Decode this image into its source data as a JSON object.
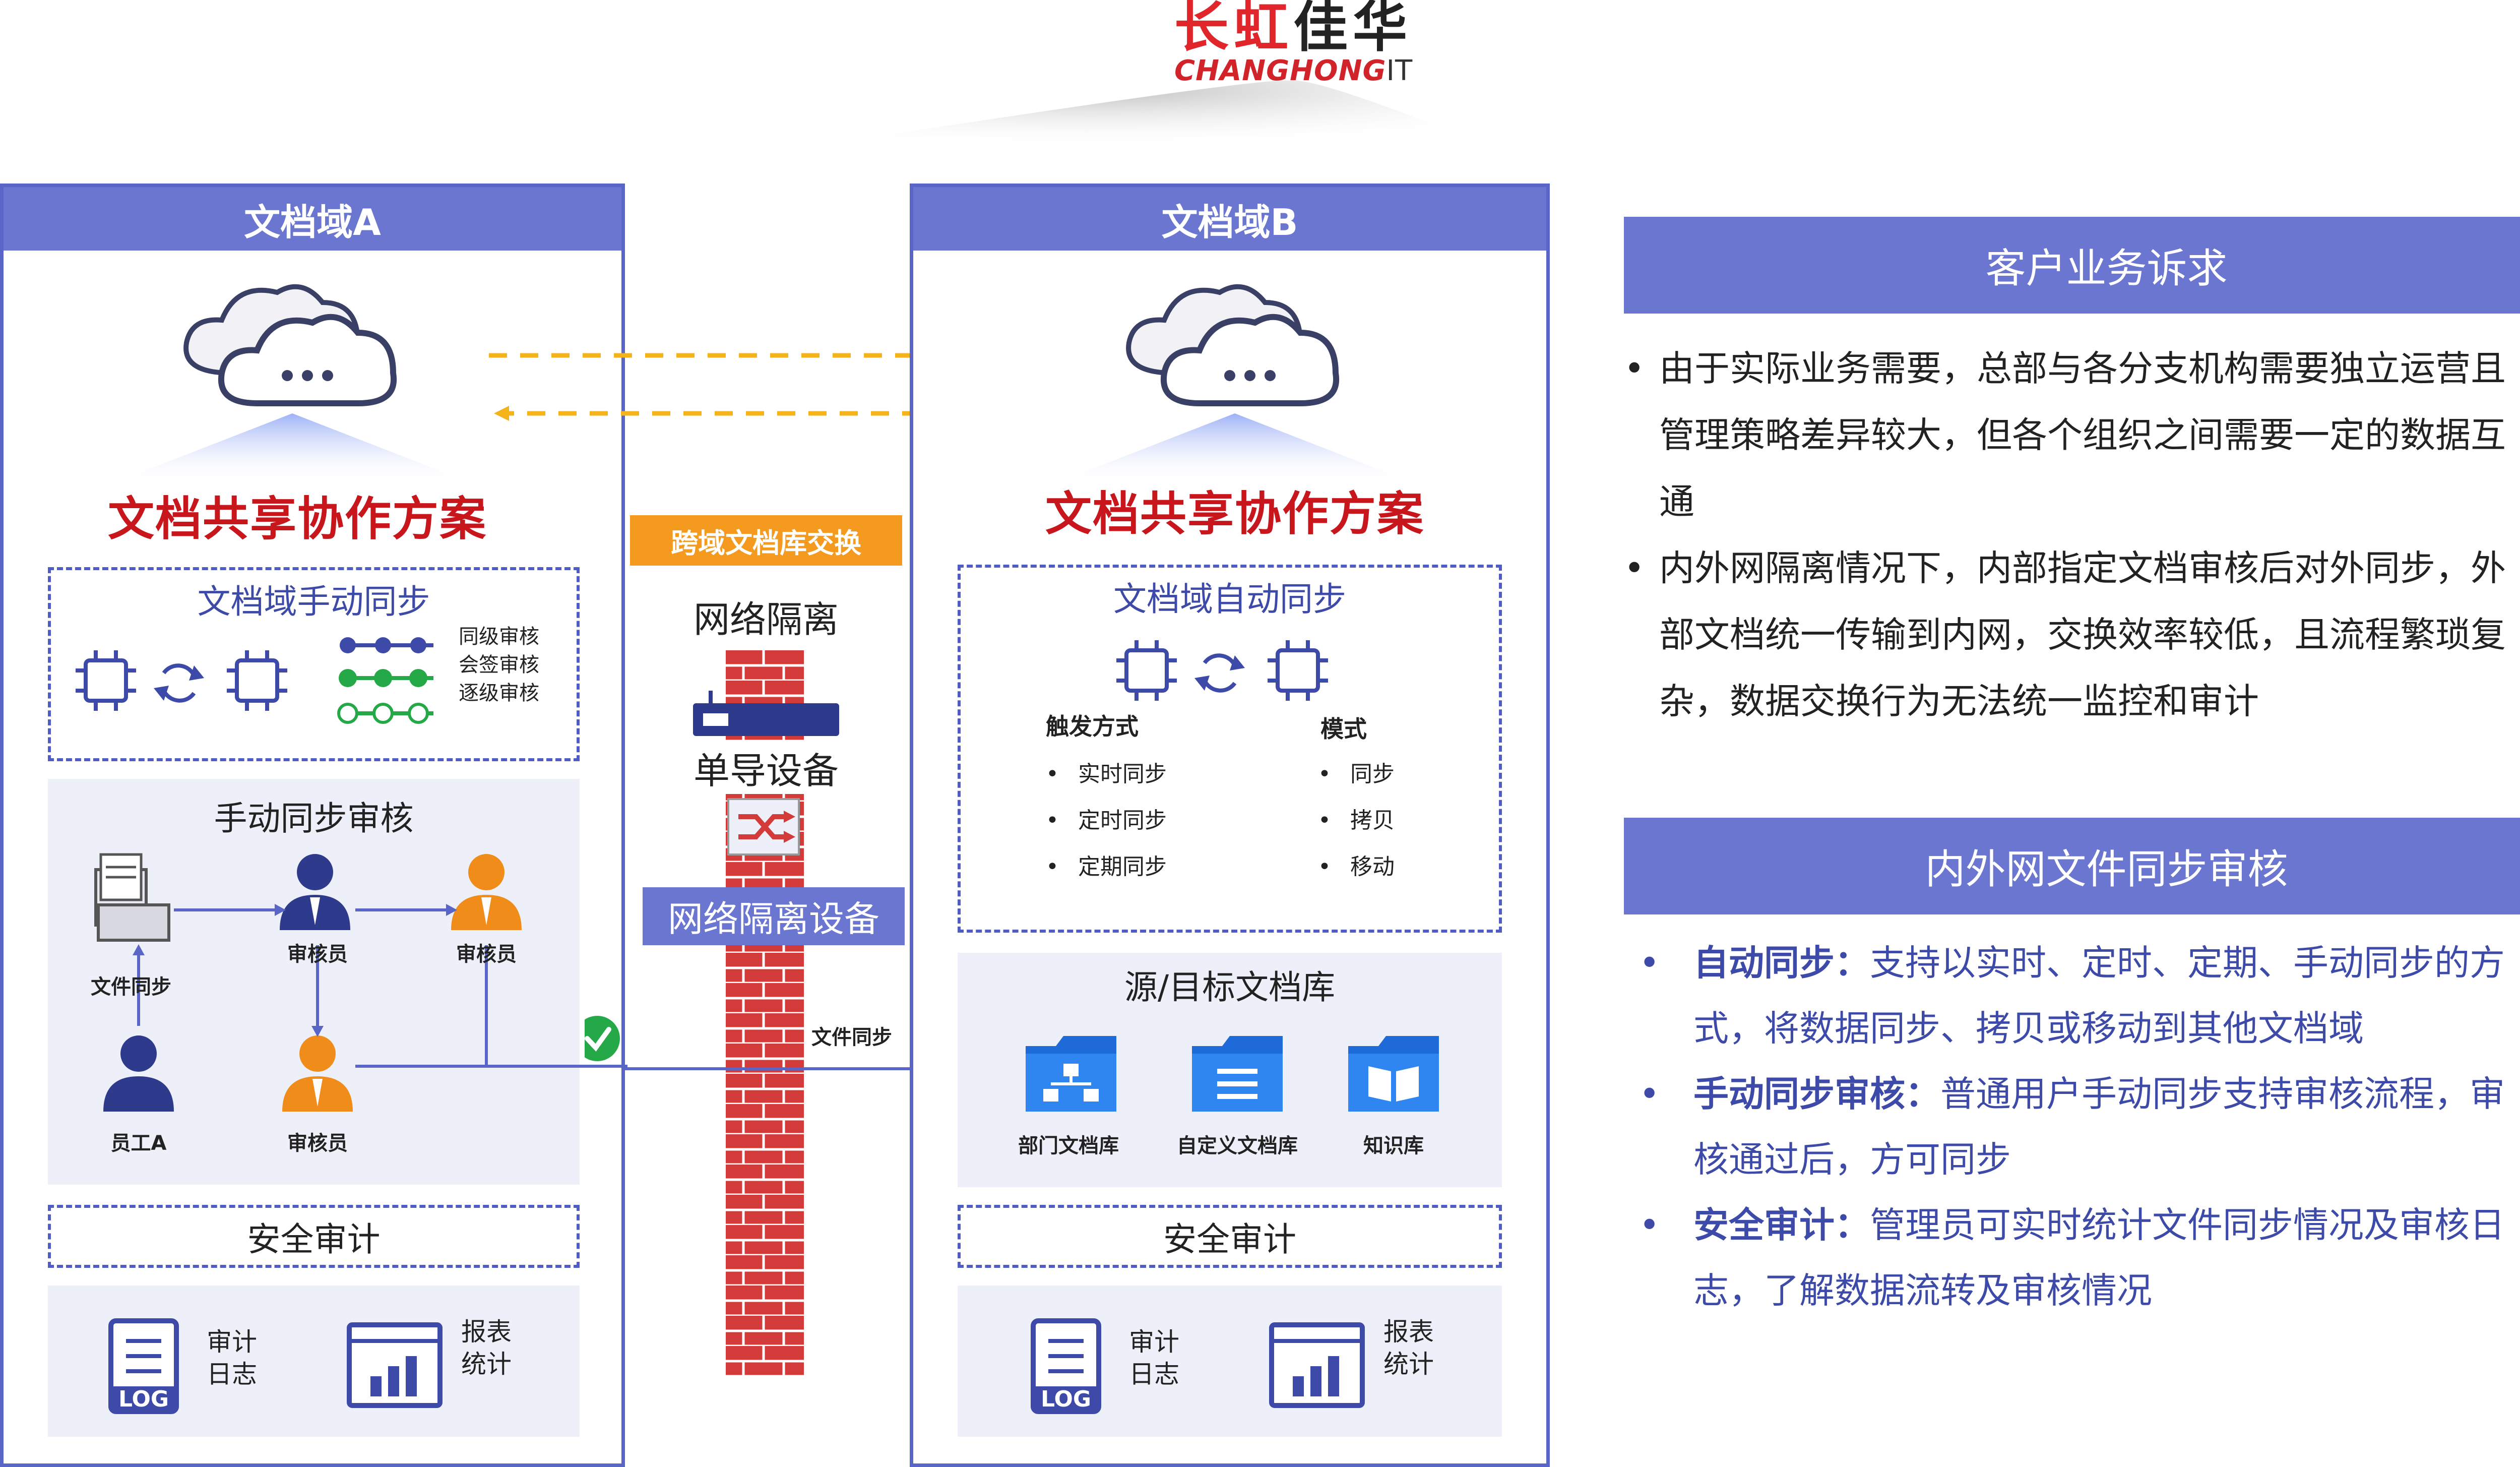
{
  "logo": {
    "cn_red": "长虹",
    "cn_dark": "佳华",
    "en_main": "CHANGHONG",
    "en_suffix": "IT"
  },
  "domainA": {
    "title": "文档域A",
    "solution_title": "文档共享协作方案",
    "sync_box_title": "文档域手动同步",
    "audit_levels": [
      "同级审核",
      "会签审核",
      "逐级审核"
    ],
    "review_title": "手动同步审核",
    "roles": {
      "file_sync": "文件同步",
      "reviewer1": "审核员",
      "reviewer2": "审核员",
      "reviewer3": "审核员",
      "employee": "员工A"
    },
    "security_title": "安全审计",
    "audit_items": [
      {
        "label": "审计\n日志",
        "icon": "log-file-icon",
        "icon_text": "LOG"
      },
      {
        "label": "报表\n统计",
        "icon": "bar-chart-icon"
      }
    ]
  },
  "domainB": {
    "title": "文档域B",
    "solution_title": "文档共享协作方案",
    "sync_box_title": "文档域自动同步",
    "trigger_title": "触发方式",
    "trigger_items": [
      "实时同步",
      "定时同步",
      "定期同步"
    ],
    "mode_title": "模式",
    "mode_items": [
      "同步",
      "拷贝",
      "移动"
    ],
    "library_title": "源/目标文档库",
    "libraries": [
      "部门文档库",
      "自定义文档库",
      "知识库"
    ],
    "security_title": "安全审计",
    "audit_items": [
      {
        "label": "审计\n日志",
        "icon": "log-file-icon",
        "icon_text": "LOG"
      },
      {
        "label": "报表\n统计",
        "icon": "bar-chart-icon"
      }
    ]
  },
  "middle": {
    "exchange_badge": "跨域文档库交换",
    "network_isolation": "网络隔离",
    "single_guide": "单导设备",
    "isolation_device": "网络隔离设备",
    "file_sync_label": "文件同步"
  },
  "right": {
    "panel1": {
      "title": "客户业务诉求",
      "bullets": [
        [
          "由于实际业务需要，总部与各分支机构需要独立运营且",
          "管理策略差异较大，但各个组织之间需要一定的数据互",
          "通"
        ],
        [
          "内外网隔离情况下，内部指定文档审核后对外同步，外",
          "部文档统一传输到内网，交换效率较低，且流程繁琐复",
          "杂，数据交换行为无法统一监控和审计"
        ]
      ]
    },
    "panel2": {
      "title": "内外网文件同步审核",
      "bullets": [
        {
          "key": "自动同步：",
          "lines": [
            "支持以实时、定时、定期、手动同步的方",
            "式，将数据同步、拷贝或移动到其他文档域"
          ]
        },
        {
          "key": "手动同步审核：",
          "lines": [
            "普通用户手动同步支持审核流程，审",
            "核通过后，方可同步"
          ]
        },
        {
          "key": "安全审计：",
          "lines": [
            "管理员可实时统计文件同步情况及审核日",
            "志，了解数据流转及审核情况"
          ]
        }
      ]
    }
  },
  "colors": {
    "primary": "#6a76cf",
    "red_title": "#c8161d",
    "orange": "#f08c1a",
    "navy": "#2e3a8c",
    "firewall": "#d33a3a",
    "dash_arrow": "#f5b31a"
  }
}
